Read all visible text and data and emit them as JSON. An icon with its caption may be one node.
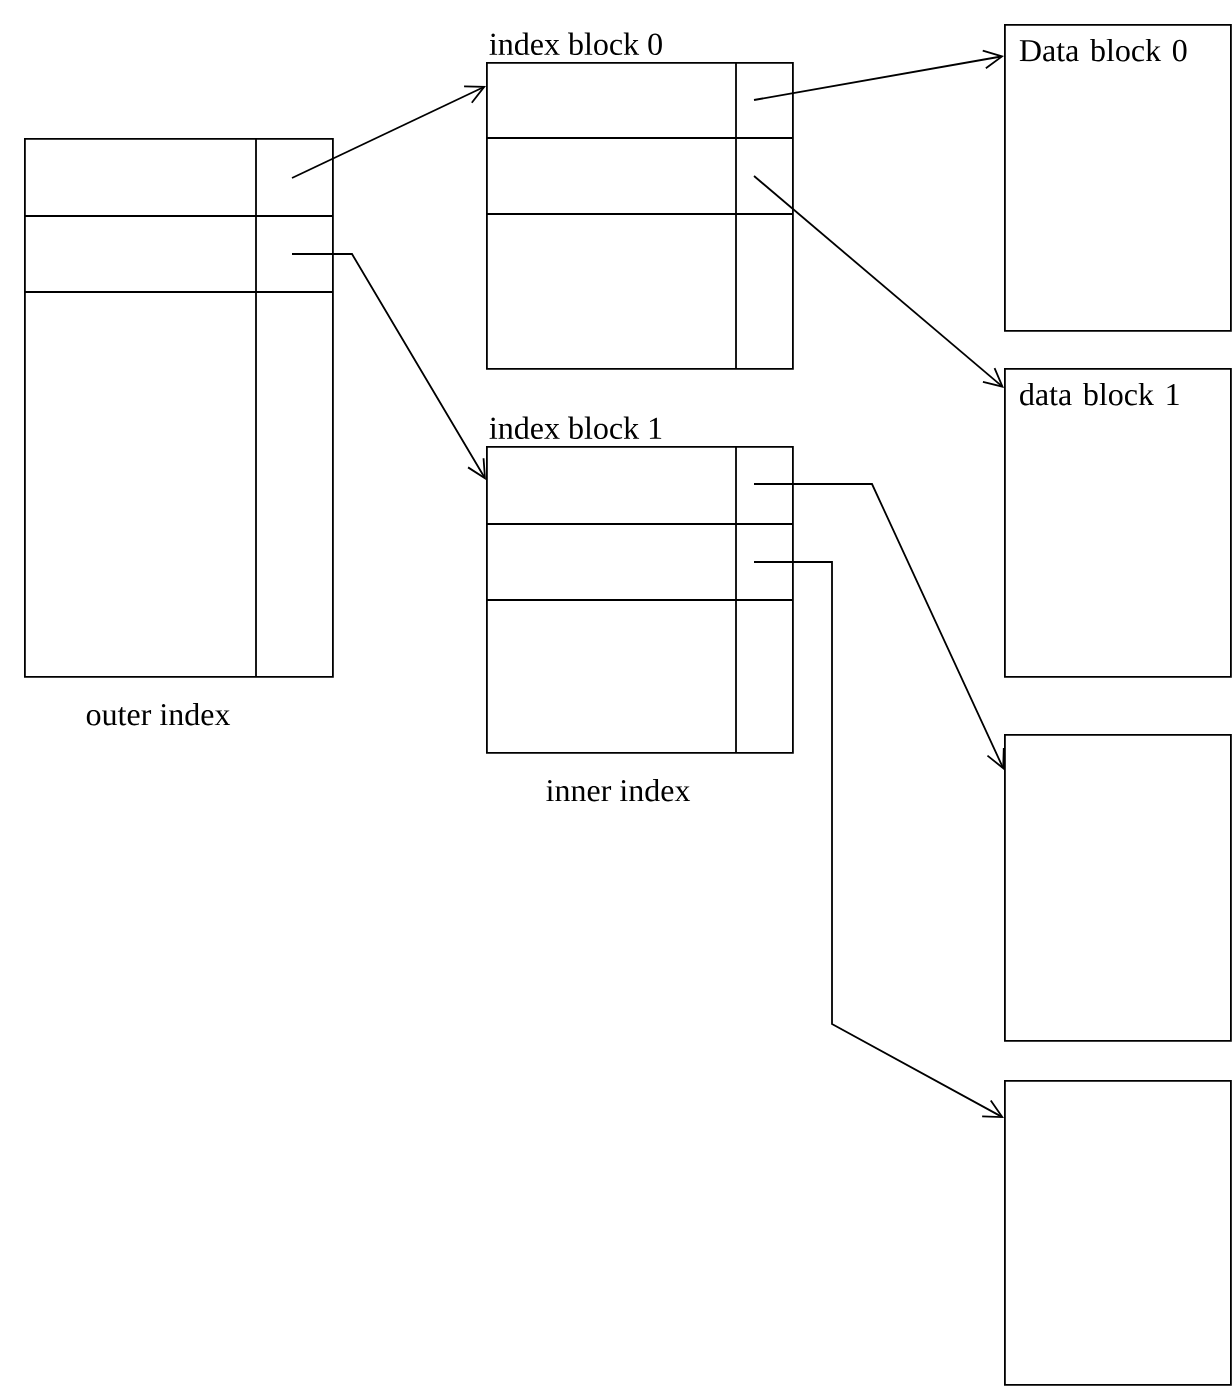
{
  "diagram": {
    "nodes": [
      {
        "text": [],
        "shape": "box",
        "beside": [
          "outer index"
        ]
      },
      {
        "text": [
          "index block 0"
        ]
      },
      {
        "text": [
          "index block 1"
        ],
        "beside": [
          "inner index"
        ]
      },
      {
        "text": [
          "Data block 0"
        ]
      },
      {
        "text": [
          "data block 1"
        ]
      },
      {
        "text": [],
        "shape": "box"
      },
      {
        "text": [],
        "shape": "box"
      }
    ],
    "edges": [
      {
        "from": 0,
        "to": 1,
        "arrow": "to"
      },
      {
        "from": 0,
        "to": 2,
        "arrow": "to"
      },
      {
        "from": 1,
        "to": 3,
        "arrow": "to"
      },
      {
        "from": 1,
        "to": 4,
        "arrow": "to"
      },
      {
        "from": 2,
        "to": 5,
        "arrow": "to"
      },
      {
        "from": 2,
        "to": 6,
        "arrow": "to"
      }
    ]
  }
}
